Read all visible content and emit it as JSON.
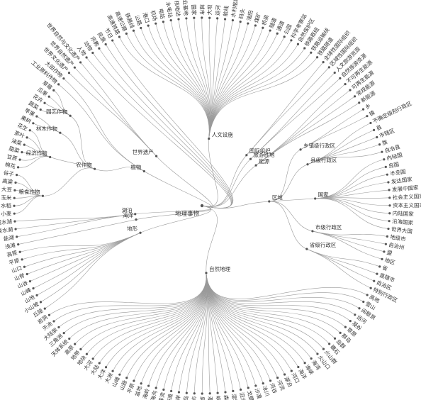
{
  "diagram": {
    "type": "radial-tree",
    "colors": {
      "link": "#9a9a9a",
      "node": "#555555",
      "text": "#333333",
      "background": "#ffffff"
    },
    "root": {
      "label": "地理事物",
      "children": [
        {
          "label": "植物",
          "children": [
            {
              "label": "农作物",
              "children": [
                {
                  "label": "粮食作物",
                  "children": [
                    {
                      "label": "小麦"
                    },
                    {
                      "label": "水稻"
                    },
                    {
                      "label": "玉米"
                    },
                    {
                      "label": "大豆"
                    },
                    {
                      "label": "高粱"
                    },
                    {
                      "label": "谷子"
                    }
                  ]
                },
                {
                  "label": "经济作物",
                  "children": [
                    {
                      "label": "棉花"
                    },
                    {
                      "label": "甘蔗"
                    },
                    {
                      "label": "甜菜"
                    },
                    {
                      "label": "油菜"
                    },
                    {
                      "label": "茶叶"
                    },
                    {
                      "label": "花生"
                    }
                  ]
                },
                {
                  "label": "林木作物",
                  "children": [
                    {
                      "label": "果树"
                    },
                    {
                      "label": "苹果"
                    }
                  ]
                },
                {
                  "label": "园艺作物",
                  "children": [
                    {
                      "label": "蔬菜"
                    },
                    {
                      "label": "花卉"
                    },
                    {
                      "label": "瓜果"
                    },
                    {
                      "label": "草莓"
                    }
                  ]
                }
              ]
            },
            {
              "label": "工业原料作物"
            },
            {
              "label": "大田作物"
            }
          ]
        },
        {
          "label": "世界遗产",
          "children": [
            {
              "label": "世界文化遗产"
            },
            {
              "label": "世界自然遗产"
            },
            {
              "label": "世界自然与文化遗产"
            }
          ]
        },
        {
          "label": "人物"
        },
        {
          "label": "动物"
        },
        {
          "label": "宗教"
        },
        {
          "label": "民族"
        },
        {
          "label": "节日"
        },
        {
          "label": "人文设施",
          "children": [
            {
              "label": "高速铁路"
            },
            {
              "label": "高速公路"
            },
            {
              "label": "铁路线"
            },
            {
              "label": "公路"
            },
            {
              "label": "港口"
            },
            {
              "label": "机场"
            },
            {
              "label": "电站"
            },
            {
              "label": "水电站"
            },
            {
              "label": "核电站"
            },
            {
              "label": "工业基地"
            },
            {
              "label": "国家"
            },
            {
              "label": "城市"
            },
            {
              "label": "大坝"
            },
            {
              "label": "运河"
            },
            {
              "label": "航线"
            },
            {
              "label": "水利枢纽"
            },
            {
              "label": "码头"
            },
            {
              "label": "油田"
            },
            {
              "label": "煤矿"
            },
            {
              "label": "桥梁"
            },
            {
              "label": "隧道"
            },
            {
              "label": "通道"
            },
            {
              "label": "公园"
            },
            {
              "label": "科学考察站"
            },
            {
              "label": "自然保护区"
            },
            {
              "label": "铁路枢纽"
            },
            {
              "label": "铁路运输线"
            },
            {
              "label": "铁路隧道"
            }
          ]
        },
        {
          "label": "国际组织",
          "children": [
            {
              "label": "全球性国际组织"
            },
            {
              "label": "区域性国际组织"
            }
          ]
        },
        {
          "label": "旅游胜地",
          "children": [
            {
              "label": "人文旅游资源"
            },
            {
              "label": "自然旅游资源"
            }
          ]
        },
        {
          "label": "能源",
          "children": [
            {
              "label": "不可再生能源"
            },
            {
              "label": "可再生能源"
            },
            {
              "label": "常规能源"
            },
            {
              "label": "新能源"
            }
          ]
        },
        {
          "label": "区域",
          "children": [
            {
              "label": "乡镇级行政区",
              "children": [
                {
                  "label": "乡"
                },
                {
                  "label": "镇"
                }
              ]
            },
            {
              "label": "县级行政区",
              "children": [
                {
                  "label": "不确定级别行政区"
                },
                {
                  "label": "县"
                },
                {
                  "label": "市辖区"
                },
                {
                  "label": "旗"
                },
                {
                  "label": "自治县"
                }
              ]
            },
            {
              "label": "国家",
              "children": [
                {
                  "label": "内陆国"
                },
                {
                  "label": "岛国"
                },
                {
                  "label": "半岛国"
                },
                {
                  "label": "发达国家"
                },
                {
                  "label": "发展中国家"
                },
                {
                  "label": "社会主义国家"
                },
                {
                  "label": "资本主义国家"
                },
                {
                  "label": "内陆国家"
                },
                {
                  "label": "沿海国家"
                },
                {
                  "label": "世界大国"
                }
              ]
            },
            {
              "label": "市级行政区",
              "children": [
                {
                  "label": "地级市"
                },
                {
                  "label": "自治州"
                },
                {
                  "label": "盟"
                },
                {
                  "label": "地区"
                }
              ]
            },
            {
              "label": "省级行政区",
              "children": [
                {
                  "label": "省"
                },
                {
                  "label": "直辖市"
                },
                {
                  "label": "自治区"
                },
                {
                  "label": "特别行政区"
                }
              ]
            }
          ]
        },
        {
          "label": "自然地理",
          "children": [
            {
              "label": "高地"
            },
            {
              "label": "雪山"
            },
            {
              "label": "间歇泉"
            },
            {
              "label": "运河"
            },
            {
              "label": "凝谷"
            },
            {
              "label": "草原"
            },
            {
              "label": "群岛"
            },
            {
              "label": "岛群"
            },
            {
              "label": "礁石"
            },
            {
              "label": "火山群"
            },
            {
              "label": "火山口"
            },
            {
              "label": "海湾"
            },
            {
              "label": "海峡"
            },
            {
              "label": "海洋"
            },
            {
              "label": "河口"
            },
            {
              "label": "湖泊"
            },
            {
              "label": "河流"
            },
            {
              "label": "河谷"
            },
            {
              "label": "冰川"
            },
            {
              "label": "沙漠"
            },
            {
              "label": "戈壁"
            },
            {
              "label": "沼泽"
            },
            {
              "label": "湿地"
            },
            {
              "label": "森林"
            },
            {
              "label": "峡谷"
            },
            {
              "label": "瀑布"
            },
            {
              "label": "泉"
            },
            {
              "label": "岛屿"
            },
            {
              "label": "半岛"
            },
            {
              "label": "海岸"
            },
            {
              "label": "海滩"
            },
            {
              "label": "洋流"
            },
            {
              "label": "海沟"
            },
            {
              "label": "海岭"
            },
            {
              "label": "盆地"
            },
            {
              "label": "平原"
            },
            {
              "label": "山脉"
            },
            {
              "label": "山峰"
            },
            {
              "label": "大洲"
            },
            {
              "label": "大洋"
            },
            {
              "label": "大陆"
            },
            {
              "label": "大河"
            },
            {
              "label": "地块"
            },
            {
              "label": "地带"
            },
            {
              "label": "高原"
            },
            {
              "label": "天体系统"
            },
            {
              "label": "三角洲"
            },
            {
              "label": "大陆架"
            },
            {
              "label": "天池"
            },
            {
              "label": "岩洞"
            }
          ]
        },
        {
          "label": "地形",
          "children": [
            {
              "label": "丘陵"
            },
            {
              "label": "小山坡"
            },
            {
              "label": "山地"
            },
            {
              "label": "山峰"
            },
            {
              "label": "山谷"
            },
            {
              "label": "山脊"
            },
            {
              "label": "山口"
            },
            {
              "label": "平原"
            },
            {
              "label": "高原"
            }
          ]
        },
        {
          "label": "海洋",
          "children": [
            {
              "label": "浅滩"
            }
          ]
        },
        {
          "label": "湖泊",
          "children": [
            {
              "label": "盐湖"
            },
            {
              "label": "淡水湖"
            },
            {
              "label": "咸水湖"
            }
          ]
        }
      ]
    }
  }
}
